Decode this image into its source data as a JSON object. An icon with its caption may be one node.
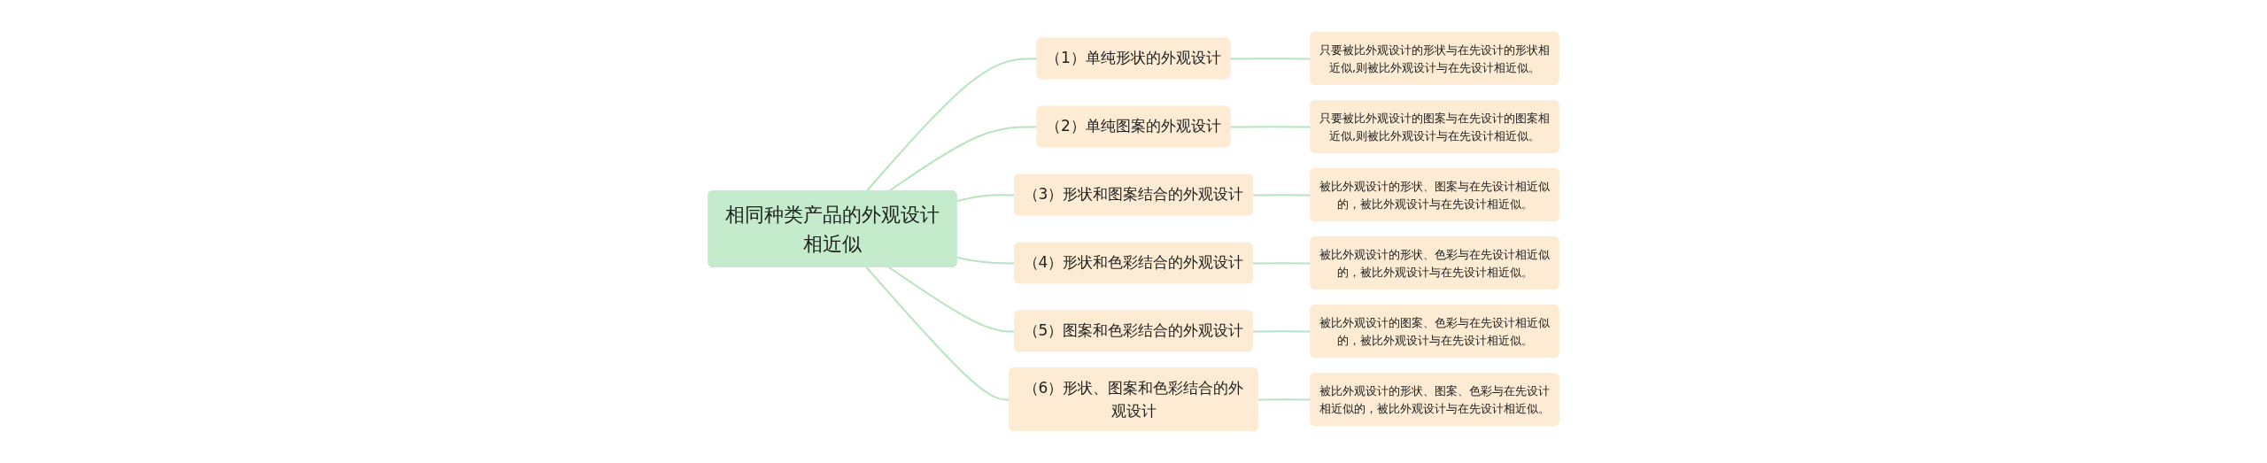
{
  "diagram": {
    "nodes": [
      {
        "text": [
          "相同种类产品的外观设计相近似"
        ]
      },
      {
        "text": [
          "（1）单纯形状的外观设计"
        ]
      },
      {
        "text": [
          "只要被比外观设计的形状与在先设计的形状相近似,则被比外观设计与在先设计相近似。"
        ]
      },
      {
        "text": [
          "（2）单纯图案的外观设计"
        ]
      },
      {
        "text": [
          "只要被比外观设计的图案与在先设计的图案相近似,则被比外观设计与在先设计相近似。"
        ]
      },
      {
        "text": [
          "（3）形状和图案结合的外观设计"
        ]
      },
      {
        "text": [
          "被比外观设计的形状、图案与在先设计相近似的，被比外观设计与在先设计相近似。"
        ]
      },
      {
        "text": [
          "（4）形状和色彩结合的外观设计"
        ]
      },
      {
        "text": [
          "被比外观设计的形状、色彩与在先设计相近似的，被比外观设计与在先设计相近似。"
        ]
      },
      {
        "text": [
          "（5）图案和色彩结合的外观设计"
        ]
      },
      {
        "text": [
          "被比外观设计的图案、色彩与在先设计相近似的，被比外观设计与在先设计相近似。"
        ]
      },
      {
        "text": [
          "（6）形状、图案和色彩结合的外观设计"
        ]
      },
      {
        "text": [
          "被比外观设计的形状、图案、色彩与在先设计相近似的，被比外观设计与在先设计相近似。"
        ]
      }
    ],
    "edges": [
      {
        "from": 0,
        "to": 1,
        "arrow": "none"
      },
      {
        "from": 1,
        "to": 2,
        "arrow": "none"
      },
      {
        "from": 0,
        "to": 3,
        "arrow": "none"
      },
      {
        "from": 3,
        "to": 4,
        "arrow": "none"
      },
      {
        "from": 0,
        "to": 5,
        "arrow": "none"
      },
      {
        "from": 5,
        "to": 6,
        "arrow": "none"
      },
      {
        "from": 0,
        "to": 7,
        "arrow": "none"
      },
      {
        "from": 7,
        "to": 8,
        "arrow": "none"
      },
      {
        "from": 0,
        "to": 9,
        "arrow": "none"
      },
      {
        "from": 9,
        "to": 10,
        "arrow": "none"
      },
      {
        "from": 0,
        "to": 11,
        "arrow": "none"
      },
      {
        "from": 11,
        "to": 12,
        "arrow": "none"
      }
    ]
  }
}
